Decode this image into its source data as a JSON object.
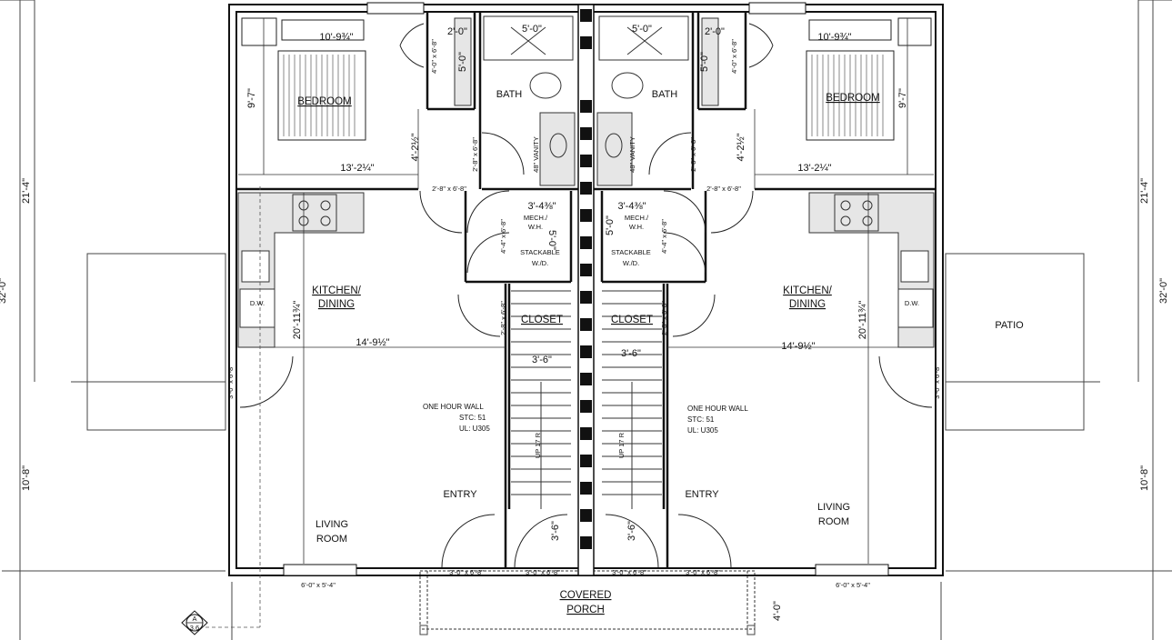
{
  "rooms": {
    "bedroom": "BEDROOM",
    "bath": "BATH",
    "kitchen_1": "KITCHEN/",
    "kitchen_2": "DINING",
    "living_1": "LIVING",
    "living_2": "ROOM",
    "entry": "ENTRY",
    "closet": "CLOSET",
    "mech_1": "MECH./",
    "mech_2": "W.H.",
    "stack_1": "STACKABLE",
    "stack_2": "W./D.",
    "porch_1": "COVERED",
    "porch_2": "PORCH",
    "patio": "PATIO"
  },
  "fixtures": {
    "vanity": "48\" VANITY",
    "dishwasher": "D.W.",
    "stair_up": "UP 17 R"
  },
  "wall_note": {
    "line1": "ONE HOUR WALL",
    "line2": "STC: 51",
    "line3": "UL: U305"
  },
  "dims": {
    "bed_width": "10'-9¾\"",
    "bed_depth": "9'-7\"",
    "bed_overall": "13'-2¼\"",
    "closet_w": "2'-0\"",
    "closet_d": "5'-0\"",
    "shower_w": "5'-0\"",
    "hall_d": "4'-2½\"",
    "mech_w": "3'-4⅜\"",
    "mech_d": "5'-0\"",
    "kitchen_w": "14'-9½\"",
    "kitchen_d": "20'-11¾\"",
    "stair_w": "3'-6\"",
    "landing": "3'-6\"",
    "overall_upper": "21'-4\"",
    "overall_lower": "10'-8\"",
    "overall_total": "32'-0\"",
    "porch_d": "4'-0\""
  },
  "doors": {
    "closet": "4'-0\" x 6'-8\"",
    "bed": "2'-8\" x 6'-8\"",
    "mech": "4'-4\" x 6'-8\"",
    "entry": "3'-0\" x 6'-8\"",
    "window": "6'-0\" x 5'-4\""
  },
  "section_mark": {
    "top": "A",
    "bottom": "3.6"
  }
}
